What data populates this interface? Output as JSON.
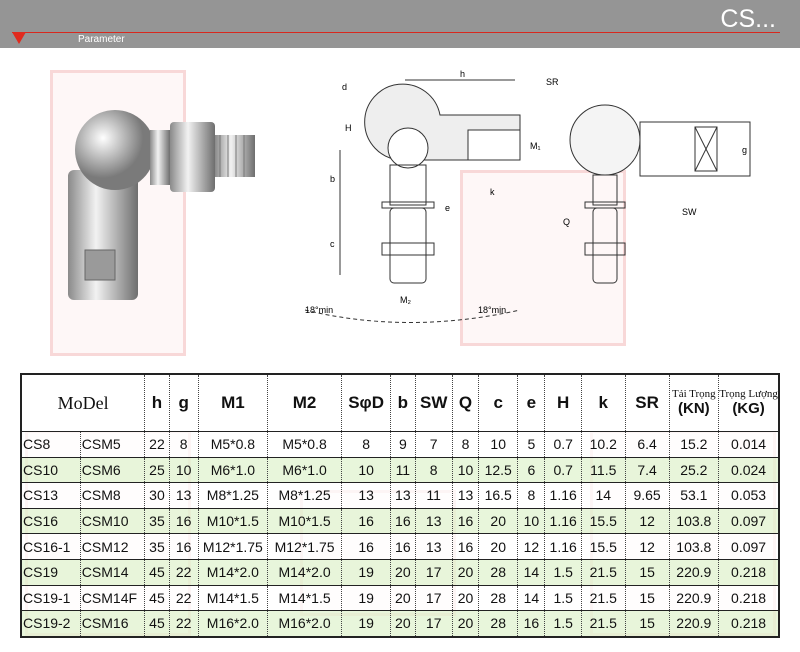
{
  "header": {
    "title": "CS...",
    "subtitle": "Parameter",
    "accent": "#e02a1e"
  },
  "drawing_labels": {
    "d": "d",
    "h": "h",
    "H": "H",
    "b": "b",
    "c": "c",
    "e": "e",
    "k": "k",
    "M1": "M₁",
    "M2": "M₂",
    "angle_left": "18°min",
    "angle_right": "18°min",
    "SR": "SR",
    "g": "g",
    "SW": "SW",
    "Q": "Q"
  },
  "table": {
    "headers": {
      "model": "MoDel",
      "h": "h",
      "g": "g",
      "M1": "M1",
      "M2": "M2",
      "SD": "SφD",
      "b": "b",
      "SW": "SW",
      "Q": "Q",
      "c": "c",
      "e": "e",
      "H": "H",
      "k": "k",
      "SR": "SR",
      "load_top": "Tải Trọng",
      "load_unit": "(KN)",
      "weight_top": "Trọng Lượng",
      "weight_unit": "(KG)"
    },
    "rows": [
      [
        "CS8",
        "CSM5",
        "22",
        "8",
        "M5*0.8",
        "M5*0.8",
        "8",
        "9",
        "7",
        "8",
        "10",
        "5",
        "0.7",
        "10.2",
        "6.4",
        "15.2",
        "0.014"
      ],
      [
        "CS10",
        "CSM6",
        "25",
        "10",
        "M6*1.0",
        "M6*1.0",
        "10",
        "11",
        "8",
        "10",
        "12.5",
        "6",
        "0.7",
        "11.5",
        "7.4",
        "25.2",
        "0.024"
      ],
      [
        "CS13",
        "CSM8",
        "30",
        "13",
        "M8*1.25",
        "M8*1.25",
        "13",
        "13",
        "11",
        "13",
        "16.5",
        "8",
        "1.16",
        "14",
        "9.65",
        "53.1",
        "0.053"
      ],
      [
        "CS16",
        "CSM10",
        "35",
        "16",
        "M10*1.5",
        "M10*1.5",
        "16",
        "16",
        "13",
        "16",
        "20",
        "10",
        "1.16",
        "15.5",
        "12",
        "103.8",
        "0.097"
      ],
      [
        "CS16-1",
        "CSM12",
        "35",
        "16",
        "M12*1.75",
        "M12*1.75",
        "16",
        "16",
        "13",
        "16",
        "20",
        "12",
        "1.16",
        "15.5",
        "12",
        "103.8",
        "0.097"
      ],
      [
        "CS19",
        "CSM14",
        "45",
        "22",
        "M14*2.0",
        "M14*2.0",
        "19",
        "20",
        "17",
        "20",
        "28",
        "14",
        "1.5",
        "21.5",
        "15",
        "220.9",
        "0.218"
      ],
      [
        "CS19-1",
        "CSM14F",
        "45",
        "22",
        "M14*1.5",
        "M14*1.5",
        "19",
        "20",
        "17",
        "20",
        "28",
        "14",
        "1.5",
        "21.5",
        "15",
        "220.9",
        "0.218"
      ],
      [
        "CS19-2",
        "CSM16",
        "45",
        "22",
        "M16*2.0",
        "M16*2.0",
        "19",
        "20",
        "17",
        "20",
        "28",
        "16",
        "1.5",
        "21.5",
        "15",
        "220.9",
        "0.218"
      ]
    ]
  }
}
